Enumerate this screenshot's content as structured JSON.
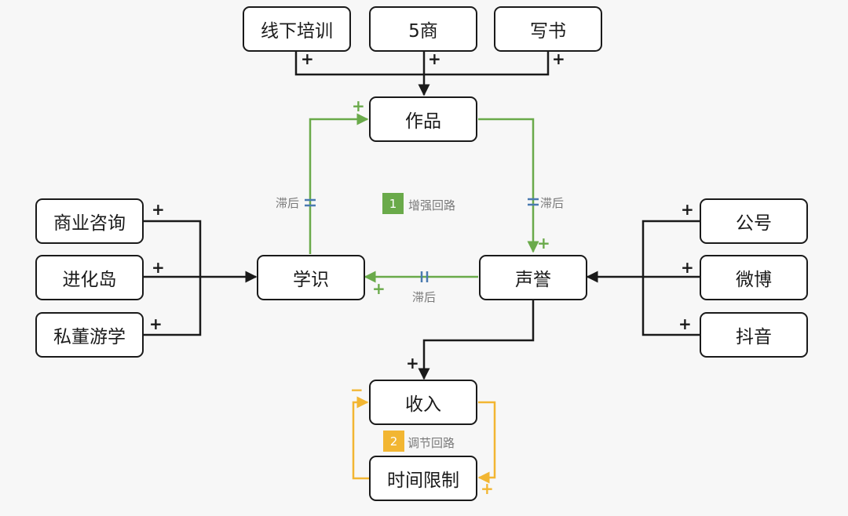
{
  "colors": {
    "node_border": "#1a1a1a",
    "reinforcing": "#6aaa4a",
    "balancing": "#f2b632",
    "delay_marker": "#4a7ab0",
    "label_text": "#7a7a7a"
  },
  "nodes": {
    "offline_training": "线下培训",
    "five_shang": "5商",
    "write_book": "写书",
    "works": "作品",
    "business_consulting": "商业咨询",
    "evolution_island": "进化岛",
    "private_board_study_tour": "私董游学",
    "knowledge": "学识",
    "reputation": "声誉",
    "wechat_official_account": "公号",
    "weibo": "微博",
    "douyin": "抖音",
    "income": "收入",
    "time_limit": "时间限制"
  },
  "delay_labels": {
    "left": "滞后",
    "right": "滞后",
    "bottom": "滞后"
  },
  "loops": {
    "reinforcing": {
      "number": "1",
      "label": "增强回路"
    },
    "balancing": {
      "number": "2",
      "label": "调节回路"
    }
  },
  "signs": {
    "plus": "+",
    "minus": "−"
  }
}
